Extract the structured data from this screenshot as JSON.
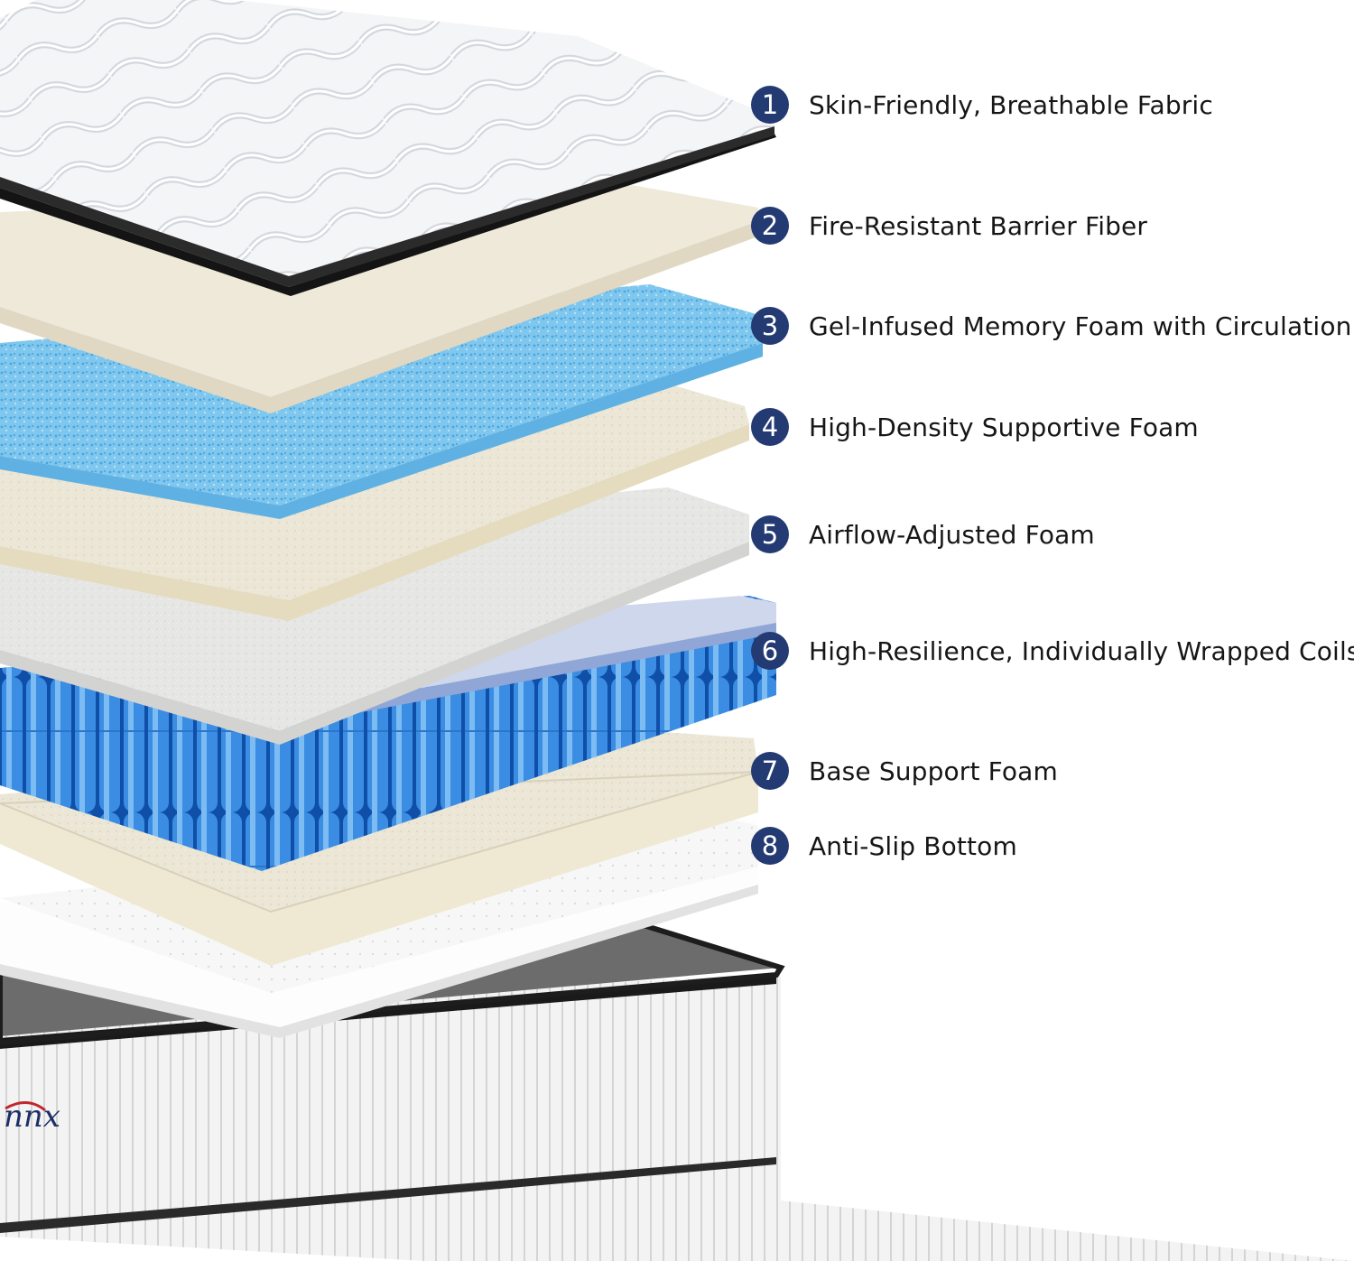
{
  "accent_color": "#233a73",
  "layers": [
    {
      "number": "1",
      "label": "Skin-Friendly, Breathable Fabric"
    },
    {
      "number": "2",
      "label": "Fire-Resistant Barrier Fiber"
    },
    {
      "number": "3",
      "label": "Gel-Infused Memory Foam with Circulation"
    },
    {
      "number": "4",
      "label": "High-Density Supportive Foam"
    },
    {
      "number": "5",
      "label": "Airflow-Adjusted Foam"
    },
    {
      "number": "6",
      "label": "High-Resilience, Individually Wrapped Coils"
    },
    {
      "number": "7",
      "label": "Base Support Foam"
    },
    {
      "number": "8",
      "label": "Anti-Slip Bottom"
    }
  ],
  "brand_logo_text": "nnx",
  "icons": {
    "layer_badge": "numbered-circle-icon"
  }
}
